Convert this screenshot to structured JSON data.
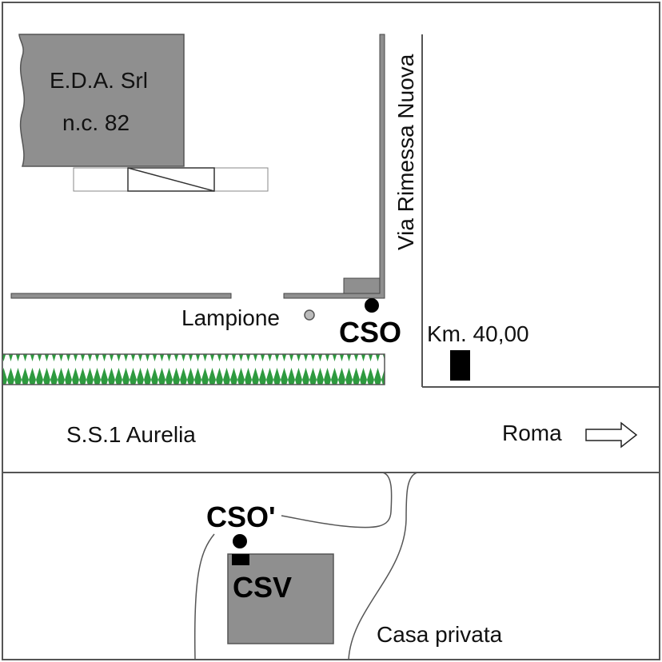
{
  "building": {
    "name": "E.D.A. Srl",
    "number": "n.c. 82"
  },
  "roads": {
    "side_road": "Via Rimessa Nuova",
    "main_road": "S.S.1 Aurelia",
    "direction": "Roma",
    "kilometer": "Km. 40,00"
  },
  "landmarks": {
    "streetlight": "Lampione",
    "private_house": "Casa privata"
  },
  "points": {
    "cso": "CSO",
    "cso_prime": "CSO'",
    "csv": "CSV"
  },
  "colors": {
    "building": "#8f8f8f",
    "hedge": "#2e9a3f",
    "line": "#555555"
  }
}
